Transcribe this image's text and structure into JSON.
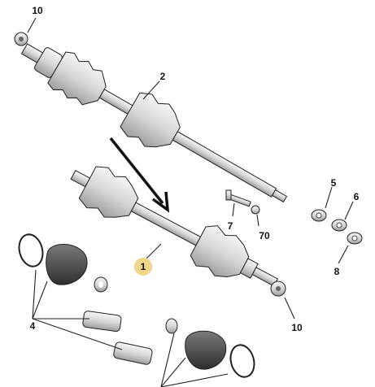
{
  "diagram": {
    "callouts": [
      {
        "id": "callout-10-top",
        "text": "10"
      },
      {
        "id": "callout-2",
        "text": "2"
      },
      {
        "id": "callout-5",
        "text": "5"
      },
      {
        "id": "callout-6",
        "text": "6"
      },
      {
        "id": "callout-7",
        "text": "7"
      },
      {
        "id": "callout-70",
        "text": "70"
      },
      {
        "id": "callout-8",
        "text": "8"
      },
      {
        "id": "callout-1",
        "text": "1"
      },
      {
        "id": "callout-4",
        "text": "4"
      },
      {
        "id": "callout-10-bottom",
        "text": "10"
      }
    ],
    "colors": {
      "line": "#222222",
      "metal_light": "#e8e8e8",
      "metal_mid": "#bdbdbd",
      "boot_dark": "#4a4a4a",
      "highlight": "#f5d58a"
    },
    "highlighted_part": "1"
  }
}
